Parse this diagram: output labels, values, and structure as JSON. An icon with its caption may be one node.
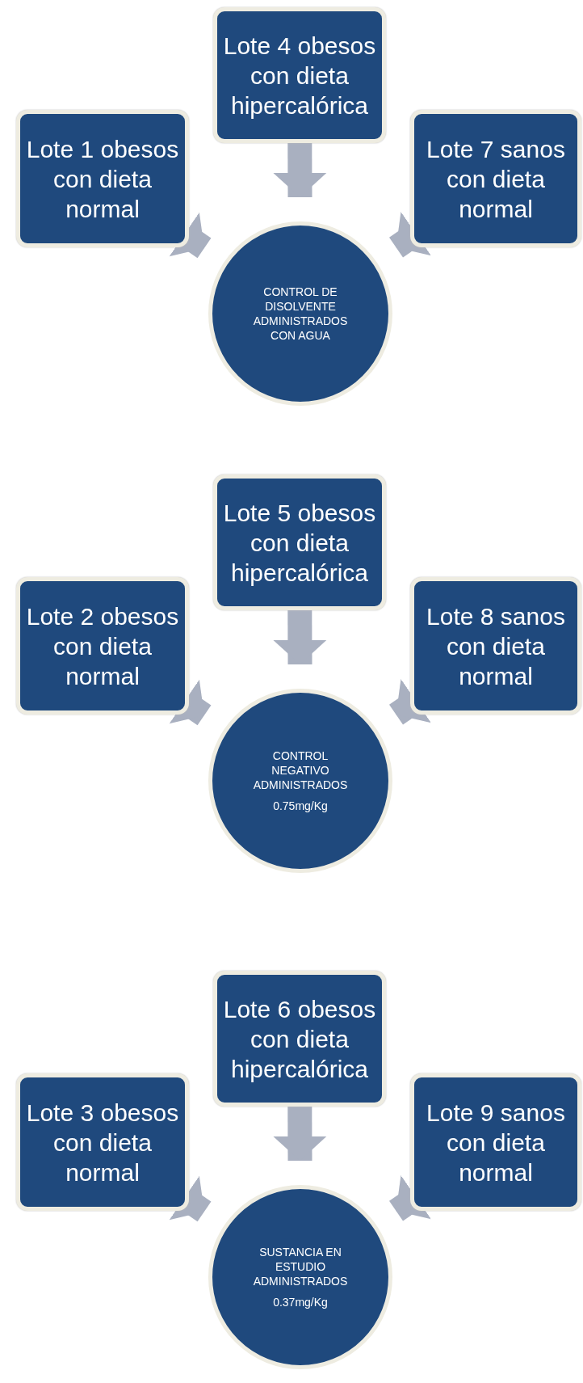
{
  "diagram": {
    "nodes": [
      {
        "text": [
          "Lote 4 obesos con dieta hipercalórica"
        ]
      },
      {
        "text": [
          "Lote 1 obesos con dieta normal"
        ]
      },
      {
        "text": [
          "Lote 7 sanos con dieta normal"
        ]
      },
      {
        "text": [
          "CONTROL DE DISOLVENTE ADMINISTRADOS CON AGUA"
        ]
      },
      {
        "text": [
          "Lote 5 obesos con dieta hipercalórica"
        ]
      },
      {
        "text": [
          "Lote 2 obesos con dieta normal"
        ]
      },
      {
        "text": [
          "Lote 8 sanos con dieta normal"
        ]
      },
      {
        "text": [
          "CONTROL NEGATIVO ADMINISTRADOS",
          "0.75mg/Kg"
        ]
      },
      {
        "text": [
          "Lote 6 obesos con dieta hipercalórica"
        ]
      },
      {
        "text": [
          "Lote 3 obesos con dieta normal"
        ]
      },
      {
        "text": [
          "Lote 9 sanos con dieta normal"
        ]
      },
      {
        "text": [
          "SUSTANCIA EN ESTUDIO ADMINISTRADOS",
          "0.37mg/Kg"
        ]
      }
    ],
    "edges": [
      {
        "from": 0,
        "to": 3,
        "arrow": "to"
      },
      {
        "from": 1,
        "to": 3,
        "arrow": "to"
      },
      {
        "from": 2,
        "to": 3,
        "arrow": "to"
      },
      {
        "from": 4,
        "to": 7,
        "arrow": "to"
      },
      {
        "from": 5,
        "to": 7,
        "arrow": "to"
      },
      {
        "from": 6,
        "to": 7,
        "arrow": "to"
      },
      {
        "from": 8,
        "to": 11,
        "arrow": "to"
      },
      {
        "from": 9,
        "to": 11,
        "arrow": "to"
      },
      {
        "from": 10,
        "to": 11,
        "arrow": "to"
      }
    ]
  }
}
